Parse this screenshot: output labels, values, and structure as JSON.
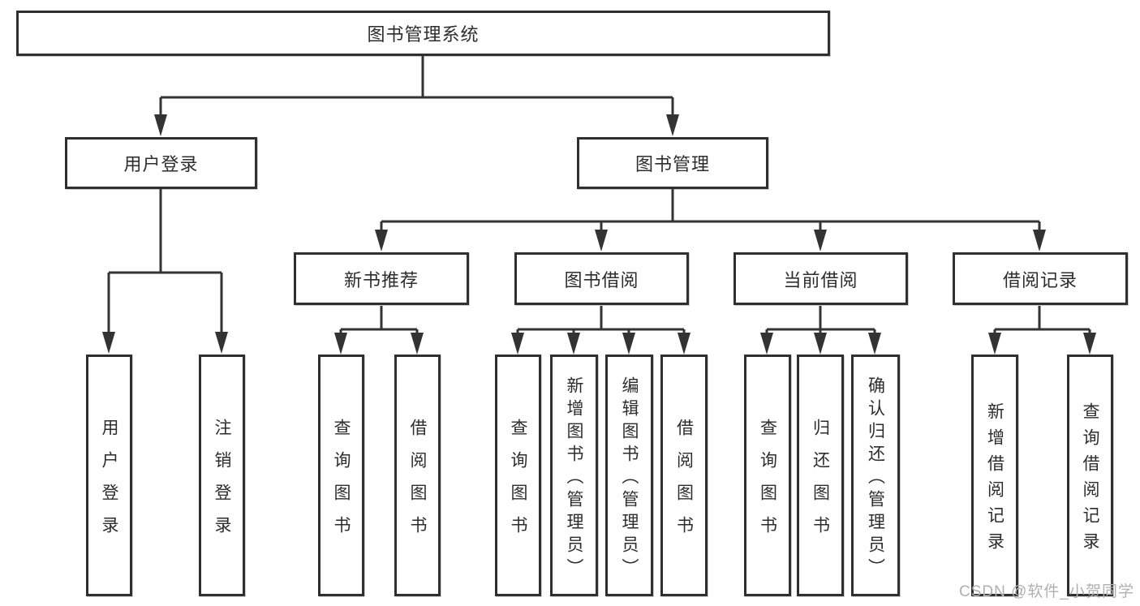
{
  "diagram": {
    "root": {
      "label": "图书管理系统"
    },
    "level2": [
      {
        "label": "用户登录"
      },
      {
        "label": "图书管理"
      }
    ],
    "level3": [
      {
        "label": "新书推荐"
      },
      {
        "label": "图书借阅"
      },
      {
        "label": "当前借阅"
      },
      {
        "label": "借阅记录"
      }
    ],
    "leaves": {
      "login": [
        "用户登录",
        "注销登录"
      ],
      "recommend": [
        "查询图书",
        "借阅图书"
      ],
      "borrow": [
        "查询图书",
        "新增图书（管理员）",
        "编辑图书（管理员）",
        "借阅图书"
      ],
      "current": [
        "查询图书",
        "归还图书",
        "确认归还（管理员）"
      ],
      "records": [
        "新增借阅记录",
        "查询借阅记录"
      ]
    },
    "colors": {
      "line": "#333333",
      "box_border": "#2f2f2f",
      "text": "#2d2d2d",
      "background": "#ffffff",
      "watermark_text": "#b0b0b0"
    }
  },
  "watermark": "CSDN @软件_小贺同学"
}
